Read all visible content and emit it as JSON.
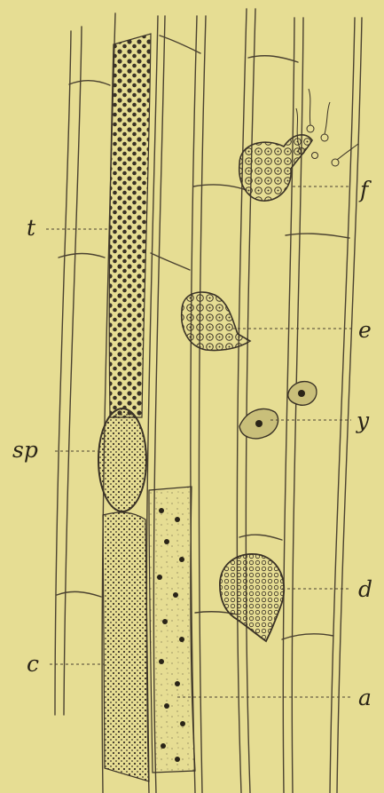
{
  "figure": {
    "background_color": "#e6dd93",
    "ink_color": "#2a2418",
    "labels": {
      "t": "t",
      "sp": "sp",
      "c": "c",
      "f": "f",
      "e": "e",
      "y": "y",
      "d": "d",
      "a": "a"
    }
  }
}
